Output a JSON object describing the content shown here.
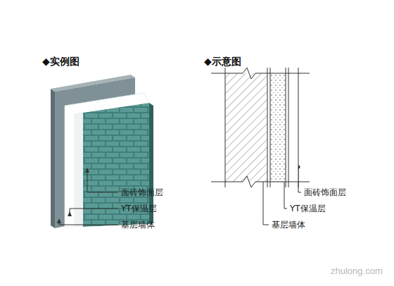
{
  "diagram": {
    "labels": [
      "◆实例图",
      "◆示意图",
      "面砖饰面层",
      "YT保温层",
      "基层墙体",
      "面砖饰面层",
      "YT保温层",
      "基层墙体",
      "zhulong.com"
    ]
  }
}
